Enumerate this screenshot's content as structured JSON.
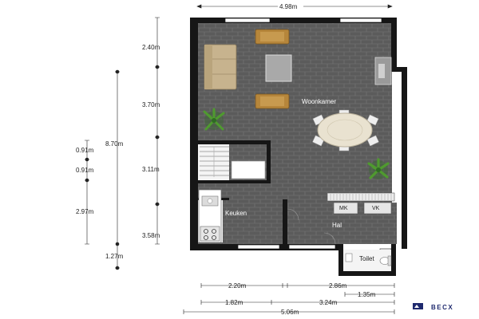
{
  "colors": {
    "floor": "#5a5a5a",
    "tile_line": "#7a7a7a",
    "wall": "#1a1a1a",
    "kitchen_floor": "#f4f4f4",
    "sofa": "#c8b48f",
    "chair": "#b8873a",
    "dimension_line": "#222222",
    "logo": "#1f2a6e"
  },
  "rooms": {
    "woonkamer": "Woonkamer",
    "keuken": "Keuken",
    "hal": "Hal",
    "toilet": "Toilet"
  },
  "units": {
    "mk": "MK",
    "vk": "VK"
  },
  "dimensions": {
    "top": "4.98m",
    "right_stack": [
      "2.40m",
      "3.70m",
      "3.11m",
      "3.58m"
    ],
    "total_height": "8.70m",
    "left_stack": [
      "0.91m",
      "0.91m",
      "2.97m",
      "1.27m"
    ],
    "bottom_row1": [
      "2.20m",
      "2.86m"
    ],
    "bottom_row2": [
      "1.35m"
    ],
    "bottom_row3": [
      "1.82m",
      "3.24m"
    ],
    "bottom_total": "5.06m"
  },
  "logo": {
    "text": "BECX"
  },
  "icons": [
    "plant-icon",
    "logo-icon",
    "stove-icon",
    "sink-icon",
    "toilet-icon"
  ]
}
